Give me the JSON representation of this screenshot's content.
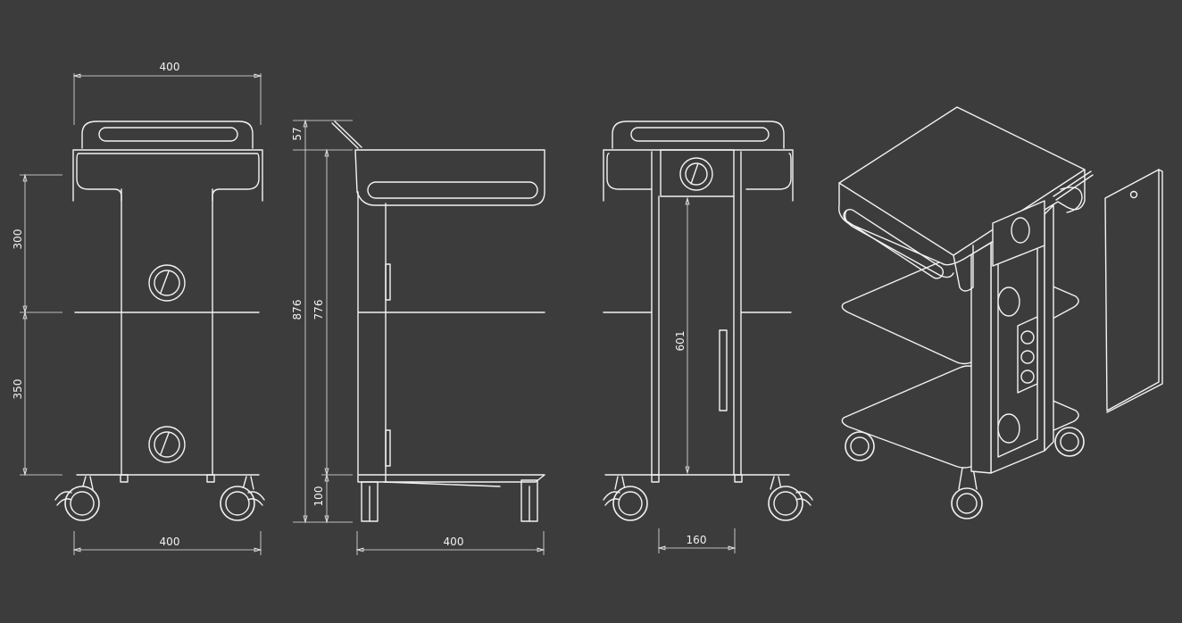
{
  "drawing": {
    "background_color": "#3c3c3c",
    "line_color": "#f2f2f2"
  },
  "dimensions": {
    "front_top_width": "400",
    "front_upper_height": "300",
    "front_lower_height": "350",
    "front_bottom_width": "400",
    "side_handle_height": "57",
    "side_total_height": "876",
    "side_body_height": "776",
    "side_base_height": "100",
    "side_depth": "400",
    "back_column_height": "601",
    "back_column_width": "160"
  }
}
